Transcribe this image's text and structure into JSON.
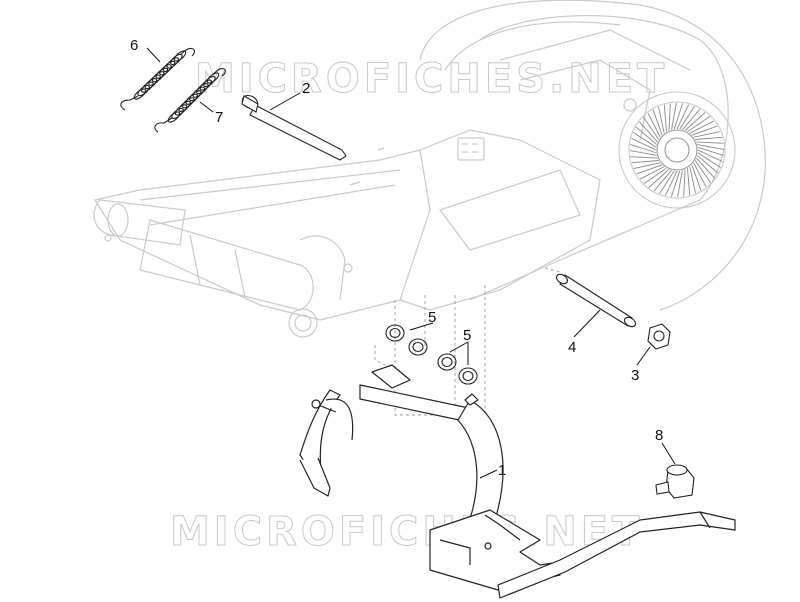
{
  "colors": {
    "line": "#222222",
    "faint": "#c9c9c9",
    "watermark": "#c8c8c8",
    "callout": "#111111"
  },
  "watermark": {
    "top": "MICROFICHES.NET",
    "bottom": "MICROFICHES.NET"
  },
  "callouts": [
    {
      "id": "1",
      "label": "1"
    },
    {
      "id": "2",
      "label": "2"
    },
    {
      "id": "3",
      "label": "3"
    },
    {
      "id": "4",
      "label": "4"
    },
    {
      "id": "5a",
      "label": "5"
    },
    {
      "id": "5b",
      "label": "5"
    },
    {
      "id": "6",
      "label": "6"
    },
    {
      "id": "7",
      "label": "7"
    },
    {
      "id": "8",
      "label": "8"
    }
  ]
}
